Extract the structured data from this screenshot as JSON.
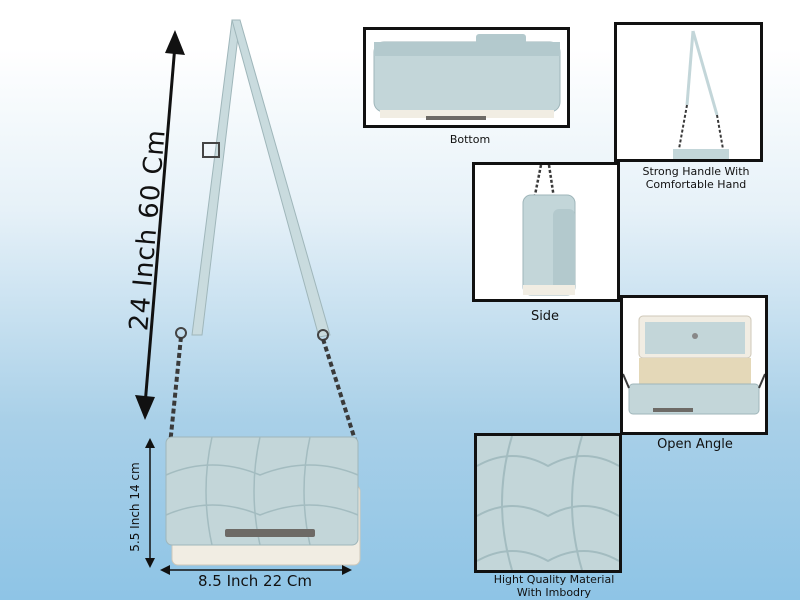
{
  "dimensions": {
    "height_label": "24 Inch 60 Cm",
    "bag_height_label": "5.5 Inch 14 cm",
    "bag_width_label": "8.5 Inch 22 Cm"
  },
  "views": [
    {
      "id": "bottom",
      "caption": "Bottom"
    },
    {
      "id": "strong-handle",
      "caption": "Strong Handle With Comfortable Hand"
    },
    {
      "id": "side",
      "caption": "Side"
    },
    {
      "id": "open-angle",
      "caption": "Open Angle"
    },
    {
      "id": "material",
      "caption": "Hight Quality Material With Imbodry"
    }
  ],
  "colors": {
    "bag_body": "#c3d6d9",
    "bag_base": "#f1ede3",
    "chain": "#3a3a3a",
    "frame_border": "#111111"
  }
}
